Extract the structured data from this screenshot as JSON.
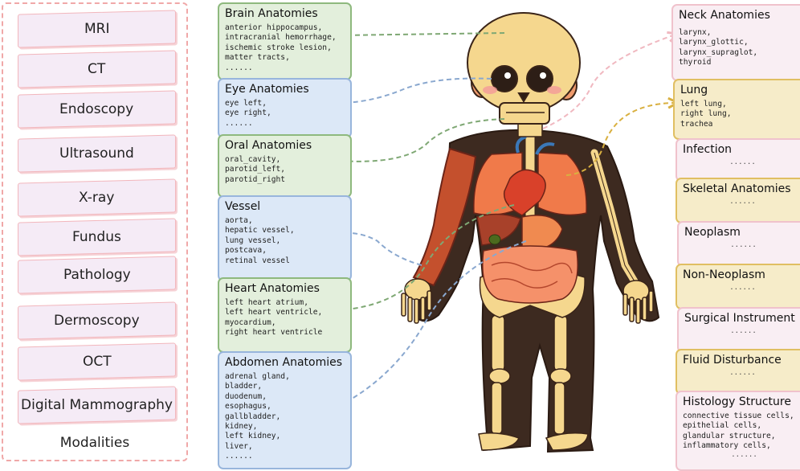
{
  "modalities": {
    "caption": "Modalities",
    "items": [
      "MRI",
      "CT",
      "Endoscopy",
      "Ultrasound",
      "X-ray",
      "Fundus",
      "Pathology",
      "Dermoscopy",
      "OCT",
      "Digital Mammography"
    ]
  },
  "left_boxes": [
    {
      "title": "Brain Anatomies",
      "items": [
        "anterior hippocampus,",
        "intracranial hemorrhage,",
        "ischemic stroke lesion,",
        "matter tracts,",
        "......"
      ]
    },
    {
      "title": "Eye Anatomies",
      "items": [
        "eye left,",
        "eye right,",
        "......"
      ]
    },
    {
      "title": "Oral Anatomies",
      "items": [
        "oral_cavity,",
        "parotid_left,",
        "parotid_right"
      ]
    },
    {
      "title": "Vessel",
      "items": [
        "aorta,",
        "hepatic vessel,",
        "lung vessel,",
        "postcava,",
        "retinal vessel"
      ]
    },
    {
      "title": "Heart Anatomies",
      "items": [
        "left heart atrium,",
        "left heart ventricle,",
        "myocardium,",
        "right heart ventricle"
      ]
    },
    {
      "title": "Abdomen Anatomies",
      "items": [
        "adrenal gland,",
        "bladder,",
        "duodenum,",
        "esophagus,",
        "gallbladder,",
        "kidney,",
        "left kidney,",
        "liver,",
        "......"
      ]
    }
  ],
  "right_boxes": [
    {
      "title": "Neck Anatomies",
      "items": [
        "larynx,",
        "larynx_glottic,",
        "larynx_supraglot,",
        "thyroid"
      ]
    },
    {
      "title": "Lung",
      "items": [
        "left lung,",
        "right lung,",
        "trachea"
      ]
    },
    {
      "title": "Infection",
      "dots": "......"
    },
    {
      "title": "Skeletal Anatomies",
      "dots": "......"
    },
    {
      "title": "Neoplasm",
      "dots": "......"
    },
    {
      "title": "Non-Neoplasm",
      "dots": "......"
    },
    {
      "title": "Surgical Instrument",
      "dots": "......"
    },
    {
      "title": "Fluid Disturbance",
      "dots": "......"
    },
    {
      "title": "Histology Structure",
      "items": [
        "connective tissue cells,",
        "epithelial cells,",
        "glandular structure,",
        "inflammatory cells,"
      ],
      "dots": "......"
    }
  ],
  "colors": {
    "green_border": "#8eb97e",
    "blue_border": "#98b5dc",
    "pink_border": "#f0c2cc",
    "gold_border": "#e0bf62",
    "bone": "#f5d78e",
    "muscle": "#c4502d",
    "organ": "#f08a50",
    "outline": "#3a2418"
  }
}
